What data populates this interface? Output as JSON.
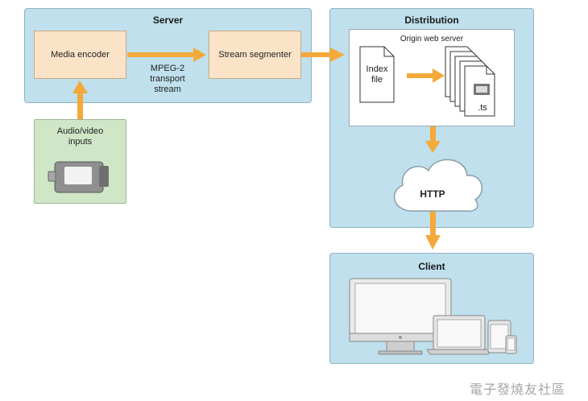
{
  "server": {
    "title": "Server",
    "media_encoder": "Media encoder",
    "stream_segmenter": "Stream segmenter",
    "transport_label": [
      "MPEG-2",
      "transport",
      "stream"
    ]
  },
  "inputs": {
    "label": [
      "Audio/video",
      "inputs"
    ]
  },
  "distribution": {
    "title": "Distribution",
    "origin_label": "Origin web server",
    "index_file": [
      "Index",
      "file"
    ],
    "ts_label": ".ts",
    "http_label": "HTTP"
  },
  "client": {
    "title": "Client"
  },
  "watermark": "電子發燒友社區",
  "colors": {
    "panel": "#bfe0ec",
    "arrow": "#f4a93a",
    "box": "#fbe3c8",
    "input": "#cfe6c7"
  }
}
